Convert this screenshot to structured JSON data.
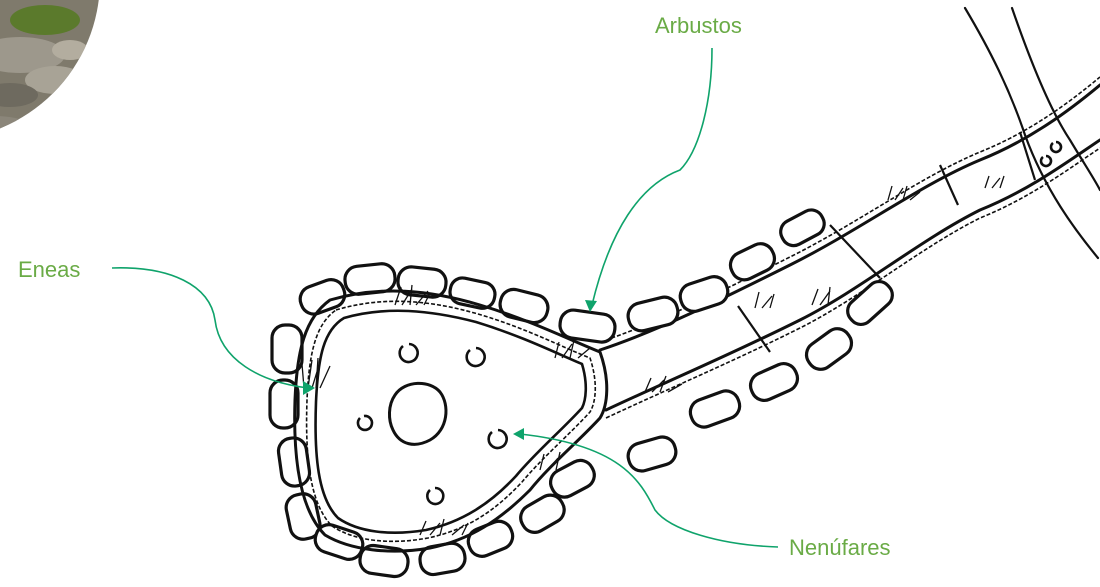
{
  "labels": {
    "arbustos": "Arbustos",
    "eneas": "Eneas",
    "nenufares": "Nenúfares"
  },
  "colors": {
    "label_text": "#6aab46",
    "leader_line": "#0fa36b",
    "ink": "#111111",
    "photo_foliage": "#6f8a3a",
    "photo_rocks": "#8a8578"
  }
}
